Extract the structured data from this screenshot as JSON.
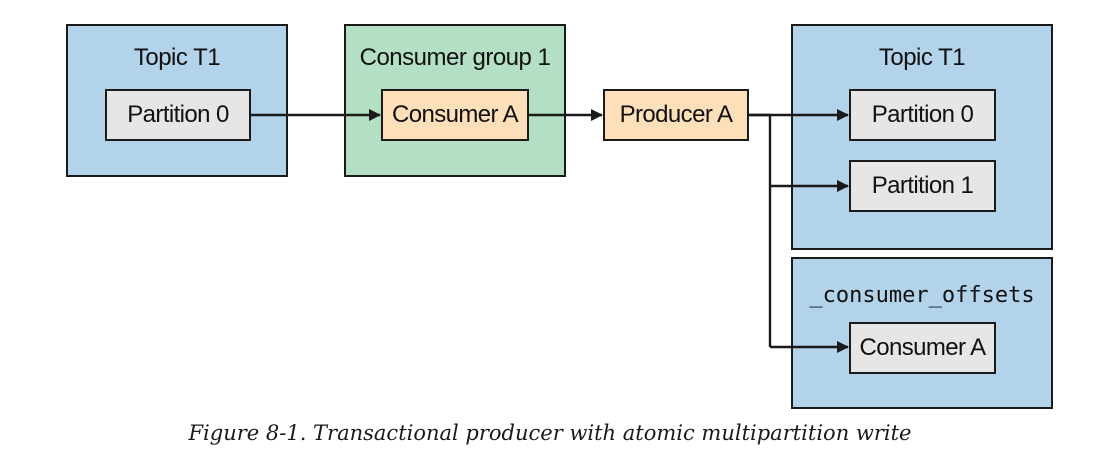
{
  "source_topic": {
    "title": "Topic T1",
    "partition": "Partition 0"
  },
  "consumer_group": {
    "title": "Consumer group 1",
    "consumer": "Consumer A"
  },
  "producer": {
    "label": "Producer A"
  },
  "target_topic": {
    "title": "Topic T1",
    "partitions": [
      "Partition 0",
      "Partition 1"
    ]
  },
  "offsets_topic": {
    "title": "_consumer_offsets",
    "entry": "Consumer A"
  },
  "colors": {
    "topic_fill": "#b3d3eb",
    "group_fill": "#b3dfc4",
    "partition_fill": "#e6e6e6",
    "client_fill": "#fde0b9",
    "stroke": "#1a1a1a"
  },
  "caption": "Figure 8-1. Transactional producer with atomic multipartition write"
}
